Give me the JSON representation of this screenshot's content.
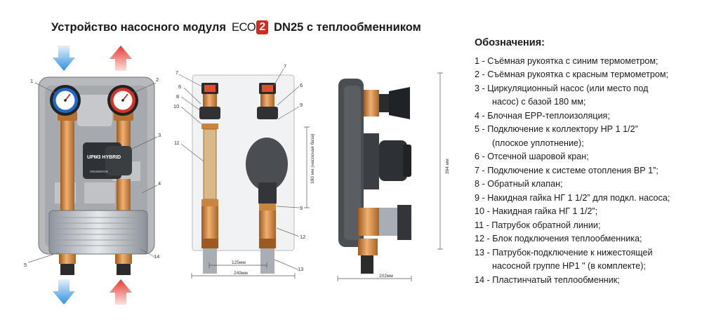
{
  "title": {
    "prefix": "Устройство насосного модуля",
    "brand_eco": "ECO",
    "brand_num": "2",
    "suffix": "DN25 с теплообменником"
  },
  "pump_label": {
    "model": "UPM3 HYBRID",
    "maker": "GRUNDFOS"
  },
  "callouts": {
    "front": [
      "1",
      "2",
      "3",
      "4",
      "5",
      "14"
    ],
    "middle": [
      "7",
      "7",
      "6",
      "6",
      "8",
      "9",
      "10",
      "11",
      "9",
      "12",
      "13"
    ]
  },
  "dimensions": {
    "d125": "125мм",
    "d249": "249мм",
    "d180": "180 мм (насосная база)",
    "d394": "394 мм",
    "d202": "202мм"
  },
  "legend": {
    "heading": "Обозначения:",
    "items": [
      {
        "text": "1 - Съёмная рукоятка с синим термометром;"
      },
      {
        "text": "2 - Съёмная рукоятка с красным термометром;"
      },
      {
        "text": "3 - Циркуляционный насос (или место под",
        "cont": "насос) с базой 180 мм;"
      },
      {
        "text": "4 - Блочная EPP-теплоизоляция;"
      },
      {
        "text": "5 - Подключение к коллектору НР 1 1/2”",
        "cont": "(плоское уплотнение);"
      },
      {
        "text": "6 - Отсечной шаровой кран;"
      },
      {
        "text": "7 - Подключение к системе отопления ВР 1”;"
      },
      {
        "text": "8 - Обратный клапан;"
      },
      {
        "text": "9 - Накидная гайка НГ 1 1/2” для подкл. насоса;"
      },
      {
        "text": "10 - Накидная гайка НГ 1 1/2”;"
      },
      {
        "text": "11 - Патрубок обратной линии;"
      },
      {
        "text": "12 - Блок подключения теплообменника;"
      },
      {
        "text": "13 - Патрубок-подключение к нижестоящей",
        "cont": "насосной группе НР1 \" (в комплекте);"
      },
      {
        "text": "14 - Пластинчатый теплообменник;"
      }
    ]
  },
  "colors": {
    "brand_red": "#d5281f",
    "cold_blue": "#2f8fe0",
    "hot_red": "#e63a2e",
    "copper": "#d08a45",
    "epp_gray": "#b7b9bc"
  }
}
